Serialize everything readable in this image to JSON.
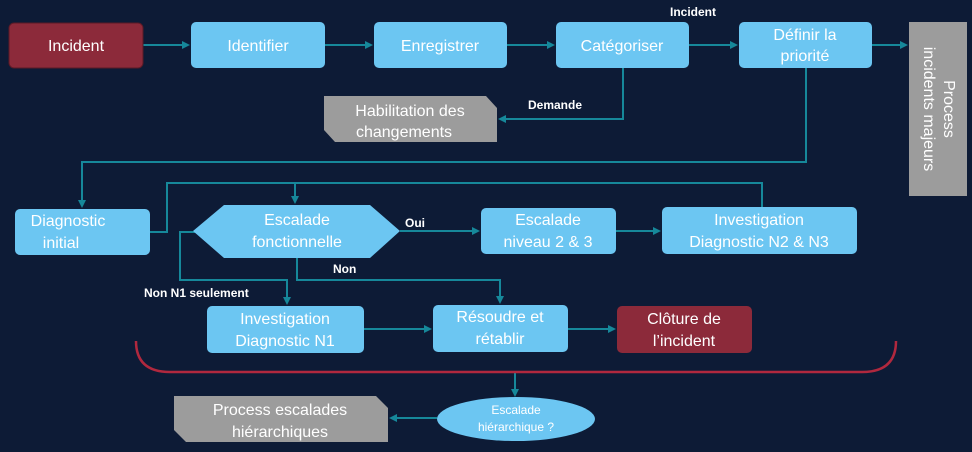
{
  "diagram": {
    "colors": {
      "background": "#0d1b36",
      "process_box": "#6cc6f2",
      "terminal_box": "#8c2a3a",
      "external_box": "#9c9c9c",
      "connector": "#16889a",
      "label": "#ffffff",
      "brace": "#b0283e"
    },
    "nodes": {
      "incident": "Incident",
      "identifier": "Identifier",
      "enregistrer": "Enregistrer",
      "categoriser": "Catégoriser",
      "definir_priorite": [
        "Définir la",
        "priorité"
      ],
      "process_incidents_majeurs": [
        "Process",
        "incidents majeurs"
      ],
      "habilitation_changements": [
        "Habilitation des",
        "changements"
      ],
      "diagnostic_initial": [
        "Diagnostic",
        "initial"
      ],
      "escalade_fonctionnelle": [
        "Escalade",
        "fonctionnelle"
      ],
      "escalade_niveau": [
        "Escalade",
        "niveau 2 & 3"
      ],
      "investigation_n2_n3": [
        "Investigation",
        "Diagnostic N2 & N3"
      ],
      "investigation_n1": [
        "Investigation",
        "Diagnostic N1"
      ],
      "resoudre_retablir": [
        "Résoudre et",
        "rétablir"
      ],
      "cloture_incident": [
        "Clôture de",
        "l’incident"
      ],
      "process_escalades": [
        "Process escalades",
        "hiérarchiques"
      ],
      "escalade_hierarchique": [
        "Escalade",
        "hiérarchique ?"
      ]
    },
    "edge_labels": {
      "incident_major": "Incident",
      "demande": "Demande",
      "oui": "Oui",
      "non": "Non",
      "non_n1": "Non N1 seulement"
    }
  }
}
